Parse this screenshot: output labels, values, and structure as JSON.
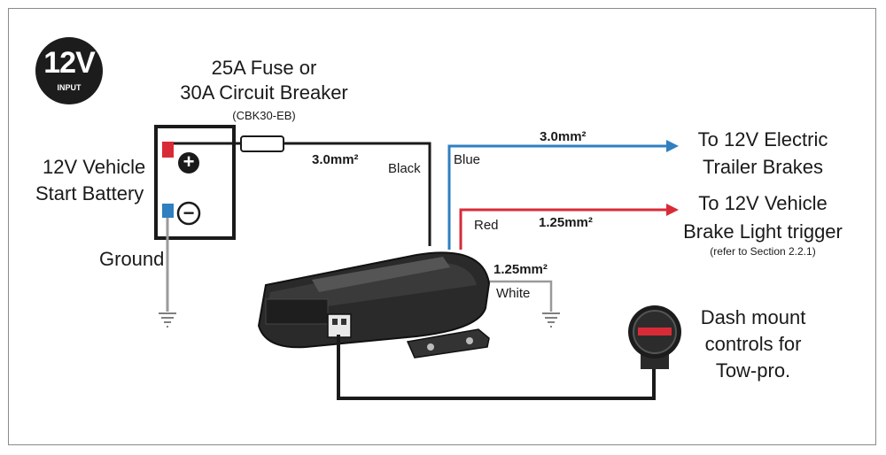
{
  "badge": {
    "voltage": "12V",
    "caption": "INPUT"
  },
  "fuse": {
    "line1": "25A Fuse or",
    "line2": "30A Circuit Breaker",
    "part": "(CBK30-EB)"
  },
  "battery": {
    "line1": "12V Vehicle",
    "line2": "Start Battery",
    "pos_symbol": "+",
    "neg_symbol": "−"
  },
  "ground_label": "Ground",
  "wires": {
    "black_gauge": "3.0mm²",
    "black_color": "Black",
    "blue_color": "Blue",
    "blue_gauge": "3.0mm²",
    "red_color": "Red",
    "red_gauge": "1.25mm²",
    "white_gauge": "1.25mm²",
    "white_color": "White"
  },
  "outputs": {
    "brakes_line1": "To 12V Electric",
    "brakes_line2": "Trailer Brakes",
    "light_line1": "To 12V Vehicle",
    "light_line2": "Brake Light trigger",
    "light_note": "(refer to Section 2.2.1)"
  },
  "dash": {
    "line1": "Dash mount",
    "line2": "controls for",
    "line3": "Tow-pro."
  },
  "colors": {
    "blue_wire": "#2f7fc1",
    "red_wire": "#d92b37",
    "black_wire": "#1a1a1a",
    "white_wire": "#9a9a9a"
  }
}
